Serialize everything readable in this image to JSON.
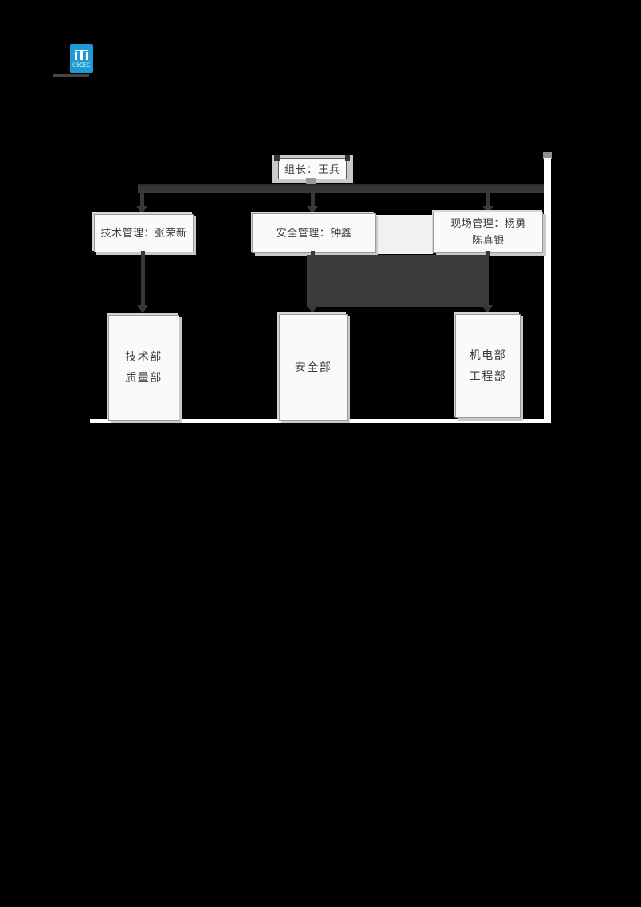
{
  "colors": {
    "page_background": "#000000",
    "logo_blue": "#1f9ad6",
    "box_fill": "#fafafa",
    "connector": "#383838",
    "canvas_edge": "#ffffff"
  },
  "logo": {
    "wordmark": "CSCEC"
  },
  "org_chart": {
    "root": {
      "label": "组长：王兵"
    },
    "managers": [
      {
        "lines": [
          "技术管理：张荣新"
        ]
      },
      {
        "lines": [
          "安全管理：钟鑫"
        ]
      },
      {
        "lines": [
          "现场管理：杨勇",
          "陈真银"
        ]
      }
    ],
    "departments": [
      {
        "lines": [
          "技术部",
          "质量部"
        ]
      },
      {
        "lines": [
          "安全部"
        ]
      },
      {
        "lines": [
          "机电部",
          "工程部"
        ]
      }
    ]
  }
}
